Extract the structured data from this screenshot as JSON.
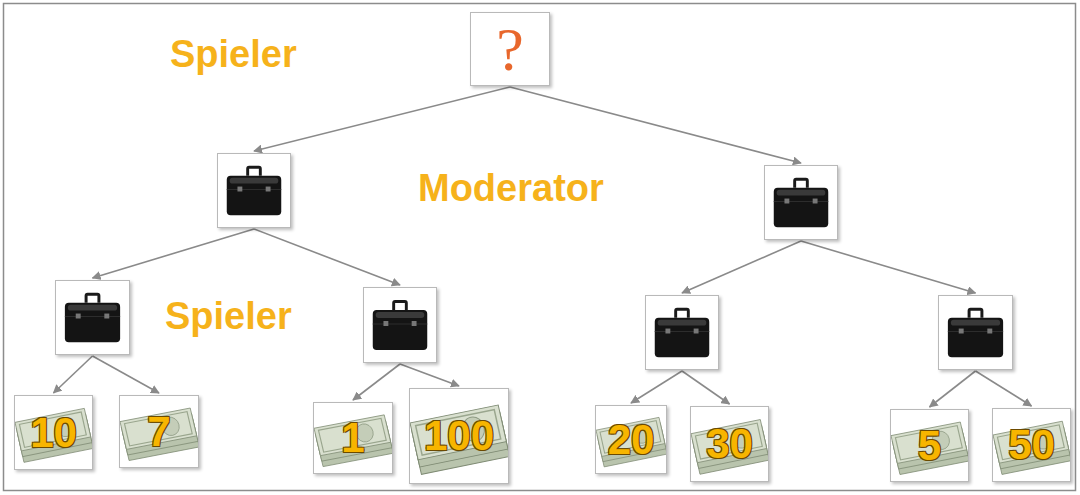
{
  "diagram": {
    "nodes": [
      {
        "text": [
          "?"
        ]
      },
      {
        "text": []
      },
      {
        "text": []
      },
      {
        "text": [],
        "in": null
      },
      {
        "text": []
      },
      {
        "text": []
      },
      {
        "text": []
      },
      {
        "text": [
          "10"
        ]
      },
      {
        "text": [
          "7"
        ]
      },
      {
        "text": [
          "1"
        ]
      },
      {
        "text": [
          "100"
        ]
      },
      {
        "text": [
          "20"
        ]
      },
      {
        "text": [
          "30"
        ]
      },
      {
        "text": [
          "5"
        ]
      },
      {
        "text": [
          "50"
        ]
      }
    ],
    "edges": [
      {
        "from": 0,
        "to": 1,
        "arrow": "to"
      },
      {
        "from": 0,
        "to": 2,
        "arrow": "to"
      },
      {
        "from": 1,
        "to": 3,
        "arrow": "to"
      },
      {
        "from": 1,
        "to": 4,
        "arrow": "to"
      },
      {
        "from": 2,
        "to": 5,
        "arrow": "to"
      },
      {
        "from": 2,
        "to": 6,
        "arrow": "to"
      },
      {
        "from": 3,
        "to": 7,
        "arrow": "to"
      },
      {
        "from": 3,
        "to": 8,
        "arrow": "to"
      },
      {
        "from": 4,
        "to": 9,
        "arrow": "to"
      },
      {
        "from": 4,
        "to": 10,
        "arrow": "to"
      },
      {
        "from": 5,
        "to": 11,
        "arrow": "to"
      },
      {
        "from": 5,
        "to": 12,
        "arrow": "to"
      },
      {
        "from": 6,
        "to": 13,
        "arrow": "to"
      },
      {
        "from": 6,
        "to": 14,
        "arrow": "to"
      }
    ],
    "labels": [
      "Spieler",
      "Moderator",
      "Spieler"
    ]
  }
}
